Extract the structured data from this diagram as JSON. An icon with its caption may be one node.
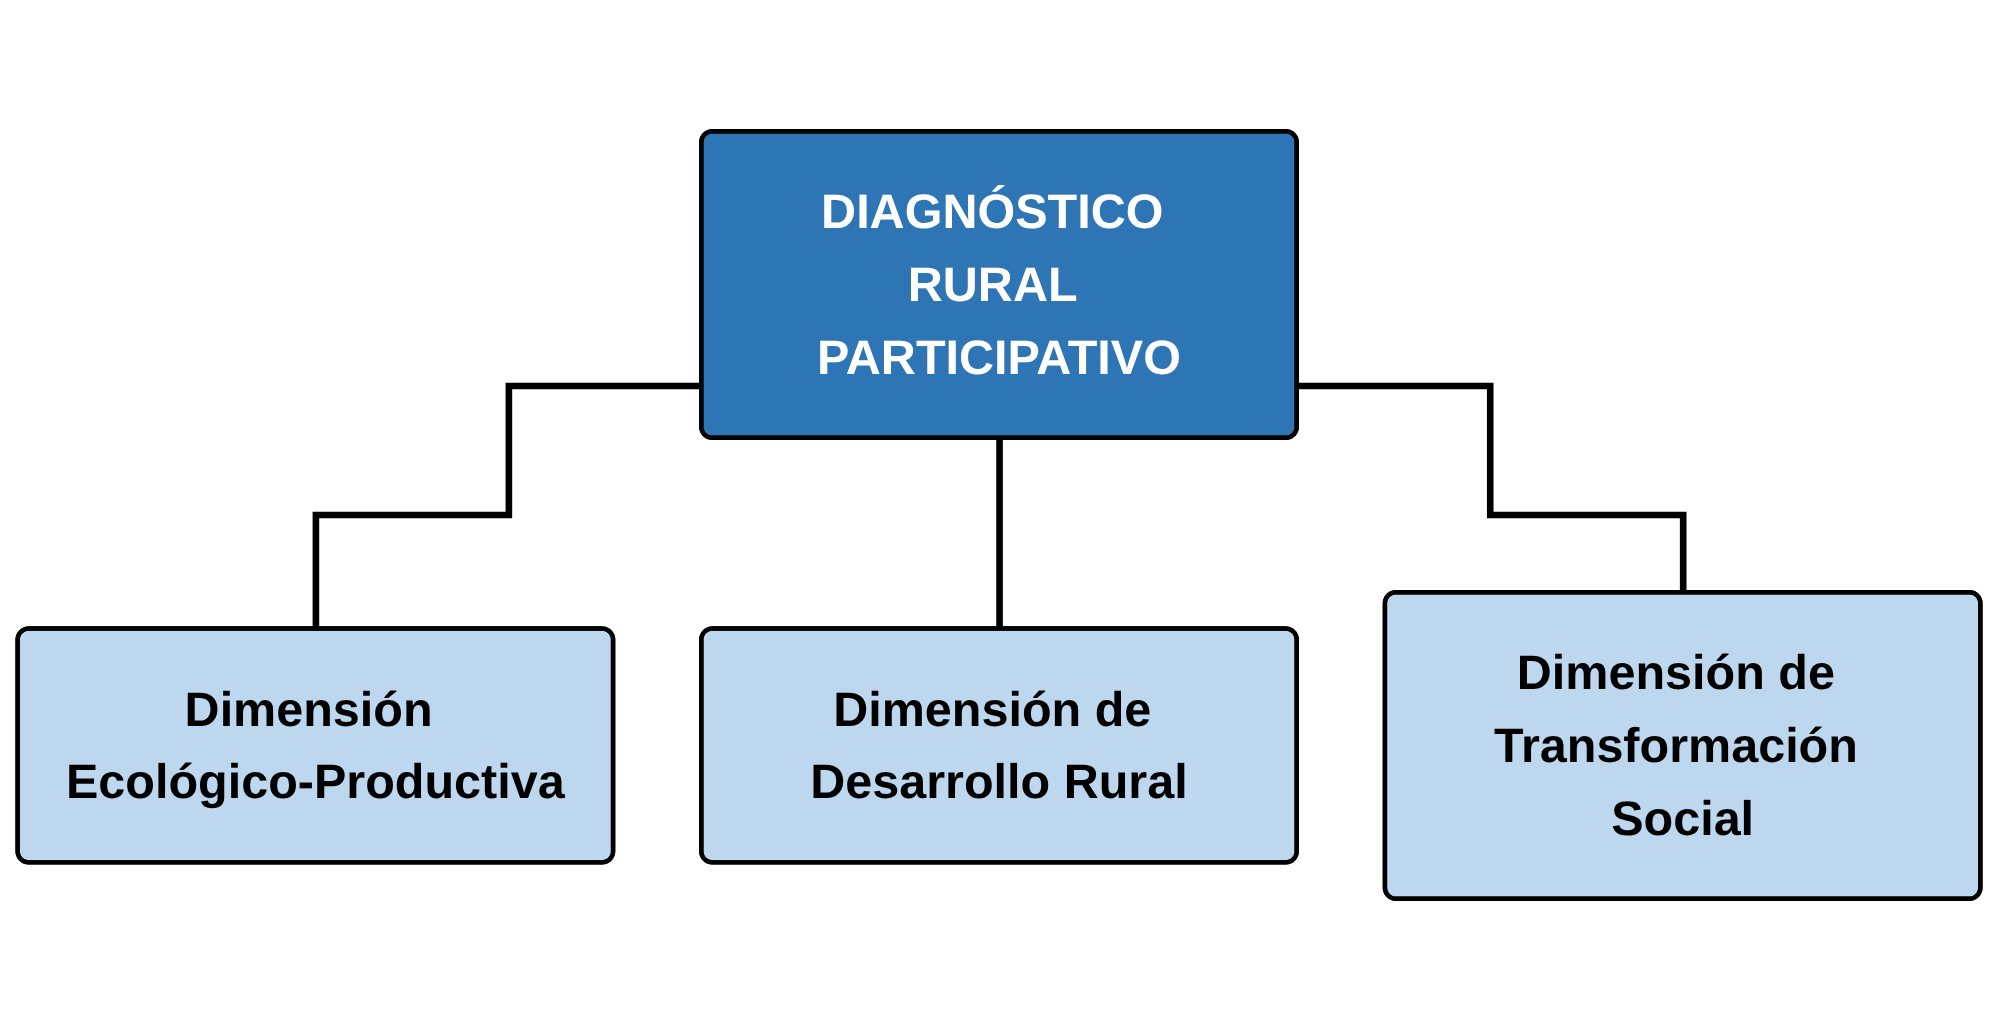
{
  "diagram": {
    "nodes": [
      {
        "text": [
          "DIAGNÓSTICO RURAL PARTICIPATIVO"
        ]
      },
      {
        "text": [
          "Dimensión Ecológico-Productiva"
        ]
      },
      {
        "text": [
          "Dimensión de Desarrollo Rural"
        ]
      },
      {
        "text": [
          "Dimensión de Transformación Social"
        ]
      }
    ],
    "edges": [
      {
        "from": 0,
        "to": 1,
        "arrow": "none"
      },
      {
        "from": 0,
        "to": 2,
        "arrow": "none"
      },
      {
        "from": 0,
        "to": 3,
        "arrow": "none"
      }
    ]
  }
}
